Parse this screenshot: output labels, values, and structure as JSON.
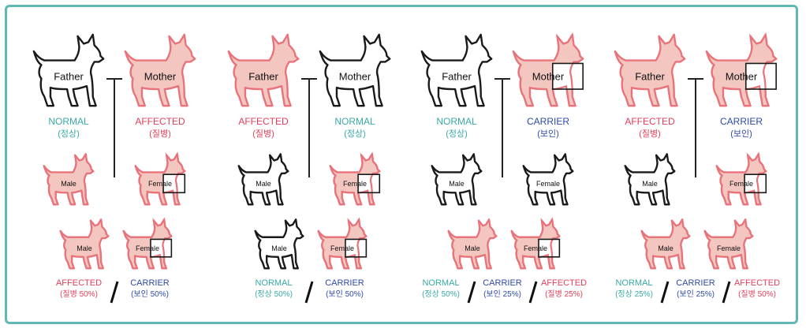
{
  "colors": {
    "affected_fill": "#f3c7c0",
    "affected_stroke": "#e8737b",
    "normal_text": "#3aa9a6",
    "affected_text": "#e0405a",
    "carrier_text": "#2f4aa6",
    "outline": "#1a1a1a",
    "frame": "#5fb8b2"
  },
  "panels": [
    {
      "father": {
        "label": "Father",
        "status": "normal"
      },
      "mother": {
        "label": "Mother",
        "status": "affected"
      },
      "father_text": {
        "en": "NORMAL",
        "ko": "(정상)"
      },
      "mother_text": {
        "en": "AFFECTED",
        "ko": "(질병)"
      },
      "male_child": {
        "label": "Male",
        "status": "affected"
      },
      "female_child": {
        "label": "Female",
        "status": "carrier"
      },
      "outcomes": [
        {
          "label": "Male",
          "status": "affected"
        },
        {
          "label": "Female",
          "status": "carrier"
        }
      ],
      "result_text": [
        {
          "en": "AFFECTED",
          "ko": "(질병 50%)",
          "status": "affected"
        },
        {
          "en": "CARRIER",
          "ko": "(보인 50%)",
          "status": "carrier"
        }
      ]
    },
    {
      "father": {
        "label": "Father",
        "status": "affected"
      },
      "mother": {
        "label": "Mother",
        "status": "normal"
      },
      "father_text": {
        "en": "AFFECTED",
        "ko": "(질병)"
      },
      "mother_text": {
        "en": "NORMAL",
        "ko": "(정상)"
      },
      "male_child": {
        "label": "Male",
        "status": "normal"
      },
      "female_child": {
        "label": "Female",
        "status": "carrier"
      },
      "outcomes": [
        {
          "label": "Male",
          "status": "normal"
        },
        {
          "label": "Female",
          "status": "carrier"
        }
      ],
      "result_text": [
        {
          "en": "NORMAL",
          "ko": "(정상 50%)",
          "status": "normal"
        },
        {
          "en": "CARRIER",
          "ko": "(보인 50%)",
          "status": "carrier"
        }
      ]
    },
    {
      "father": {
        "label": "Father",
        "status": "normal"
      },
      "mother": {
        "label": "Mother",
        "status": "carrier"
      },
      "father_text": {
        "en": "NORMAL",
        "ko": "(정상)"
      },
      "mother_text": {
        "en": "CARRIER",
        "ko": "(보인)"
      },
      "male_child": {
        "label": "Male",
        "status": "normal"
      },
      "female_child": {
        "label": "Female",
        "status": "normal"
      },
      "outcomes": [
        {
          "label": "Male",
          "status": "affected"
        },
        {
          "label": "Female",
          "status": "carrier"
        }
      ],
      "result_text": [
        {
          "en": "NORMAL",
          "ko": "(정상 50%)",
          "status": "normal"
        },
        {
          "en": "CARRIER",
          "ko": "(보인 25%)",
          "status": "carrier"
        },
        {
          "en": "AFFECTED",
          "ko": "(질병 25%)",
          "status": "affected"
        }
      ]
    },
    {
      "father": {
        "label": "Father",
        "status": "affected"
      },
      "mother": {
        "label": "Mother",
        "status": "carrier"
      },
      "father_text": {
        "en": "AFFECTED",
        "ko": "(질병)"
      },
      "mother_text": {
        "en": "CARRIER",
        "ko": "(보인)"
      },
      "male_child": {
        "label": "Male",
        "status": "normal"
      },
      "female_child": {
        "label": "Female",
        "status": "carrier"
      },
      "outcomes": [
        {
          "label": "Male",
          "status": "affected"
        },
        {
          "label": "Female",
          "status": "affected"
        }
      ],
      "result_text": [
        {
          "en": "NORMAL",
          "ko": "(정상 25%)",
          "status": "normal"
        },
        {
          "en": "CARRIER",
          "ko": "(보인 25%)",
          "status": "carrier"
        },
        {
          "en": "AFFECTED",
          "ko": "(질병 50%)",
          "status": "affected"
        }
      ]
    }
  ]
}
